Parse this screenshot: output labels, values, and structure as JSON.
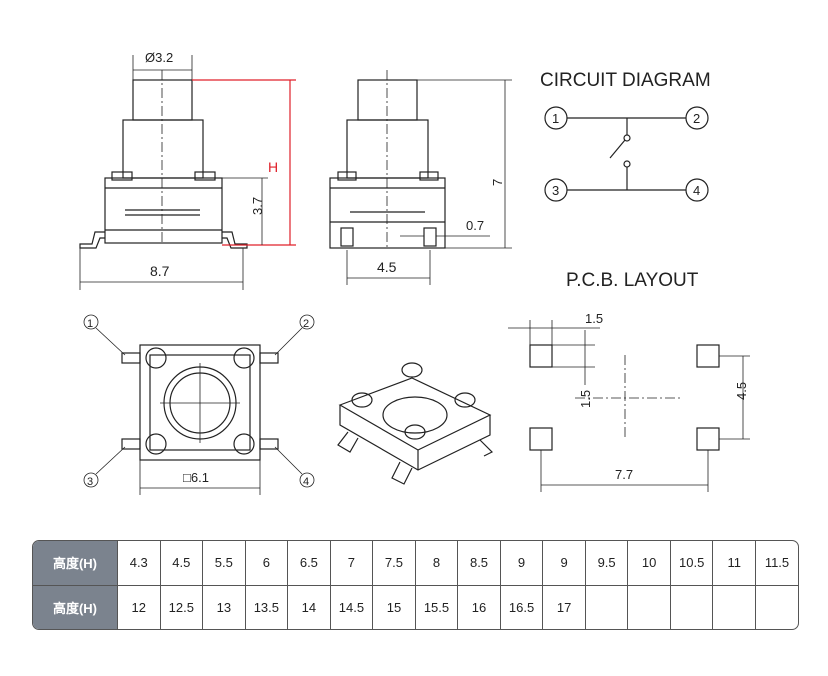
{
  "drawing": {
    "side_view": {
      "diameter": "Ø3.2",
      "height_label": "H",
      "base_height": "3.7",
      "width": "8.7"
    },
    "front_view": {
      "height": "7",
      "pin_width": "0.7",
      "pin_spacing": "4.5"
    },
    "circuit": {
      "title": "CIRCUIT  DIAGRAM",
      "pins": [
        "1",
        "2",
        "3",
        "4"
      ]
    },
    "top_view": {
      "size": "□6.1",
      "pins": [
        "1",
        "2",
        "3",
        "4"
      ]
    },
    "pcb": {
      "title": "P.C.B. LAYOUT",
      "pad_size_h": "1.5",
      "pad_size_v": "1.5",
      "pad_spacing_v": "4.5",
      "pad_spacing_h": "7.7"
    }
  },
  "colors": {
    "dimension_highlight": "#e0202a",
    "table_header": "#7b838e"
  },
  "spec_table": {
    "rows": [
      {
        "label": "高度(H)",
        "values": [
          "4.3",
          "4.5",
          "5.5",
          "6",
          "6.5",
          "7",
          "7.5",
          "8",
          "8.5",
          "9",
          "9",
          "9.5",
          "10",
          "10.5",
          "11",
          "11.5"
        ]
      },
      {
        "label": "高度(H)",
        "values": [
          "12",
          "12.5",
          "13",
          "13.5",
          "14",
          "14.5",
          "15",
          "15.5",
          "16",
          "16.5",
          "17",
          "",
          "",
          "",
          "",
          ""
        ]
      }
    ]
  }
}
